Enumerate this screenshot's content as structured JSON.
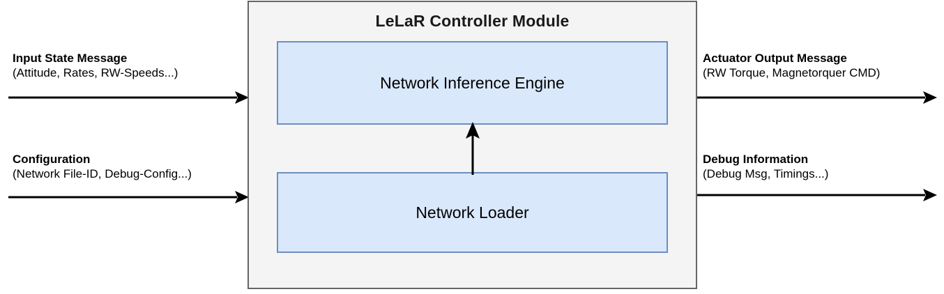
{
  "diagram": {
    "module": {
      "title": "LeLaR Controller Module",
      "fill_color": "#f4f4f4",
      "border_color": "#666666"
    },
    "blocks": [
      {
        "id": "network-inference-engine",
        "label": "Network Inference Engine",
        "fill_color": "#dae8fc",
        "border_color": "#6c8ebf"
      },
      {
        "id": "network-loader",
        "label": "Network Loader",
        "fill_color": "#dae8fc",
        "border_color": "#6c8ebf"
      }
    ],
    "inputs": [
      {
        "id": "input-state-message",
        "title": "Input State Message",
        "detail": "(Attitude, Rates, RW-Speeds...)"
      },
      {
        "id": "configuration",
        "title": "Configuration",
        "detail": "(Network File-ID, Debug-Config...)"
      }
    ],
    "outputs": [
      {
        "id": "actuator-output-message",
        "title": "Actuator Output Message",
        "detail": "(RW Torque, Magnetorquer CMD)"
      },
      {
        "id": "debug-information",
        "title": "Debug Information",
        "detail": "(Debug Msg, Timings...)"
      }
    ],
    "connections": [
      {
        "id": "loader-to-inference",
        "from": "network-loader",
        "to": "network-inference-engine",
        "direction": "up",
        "label": ""
      }
    ],
    "arrow_color": "#000000"
  }
}
